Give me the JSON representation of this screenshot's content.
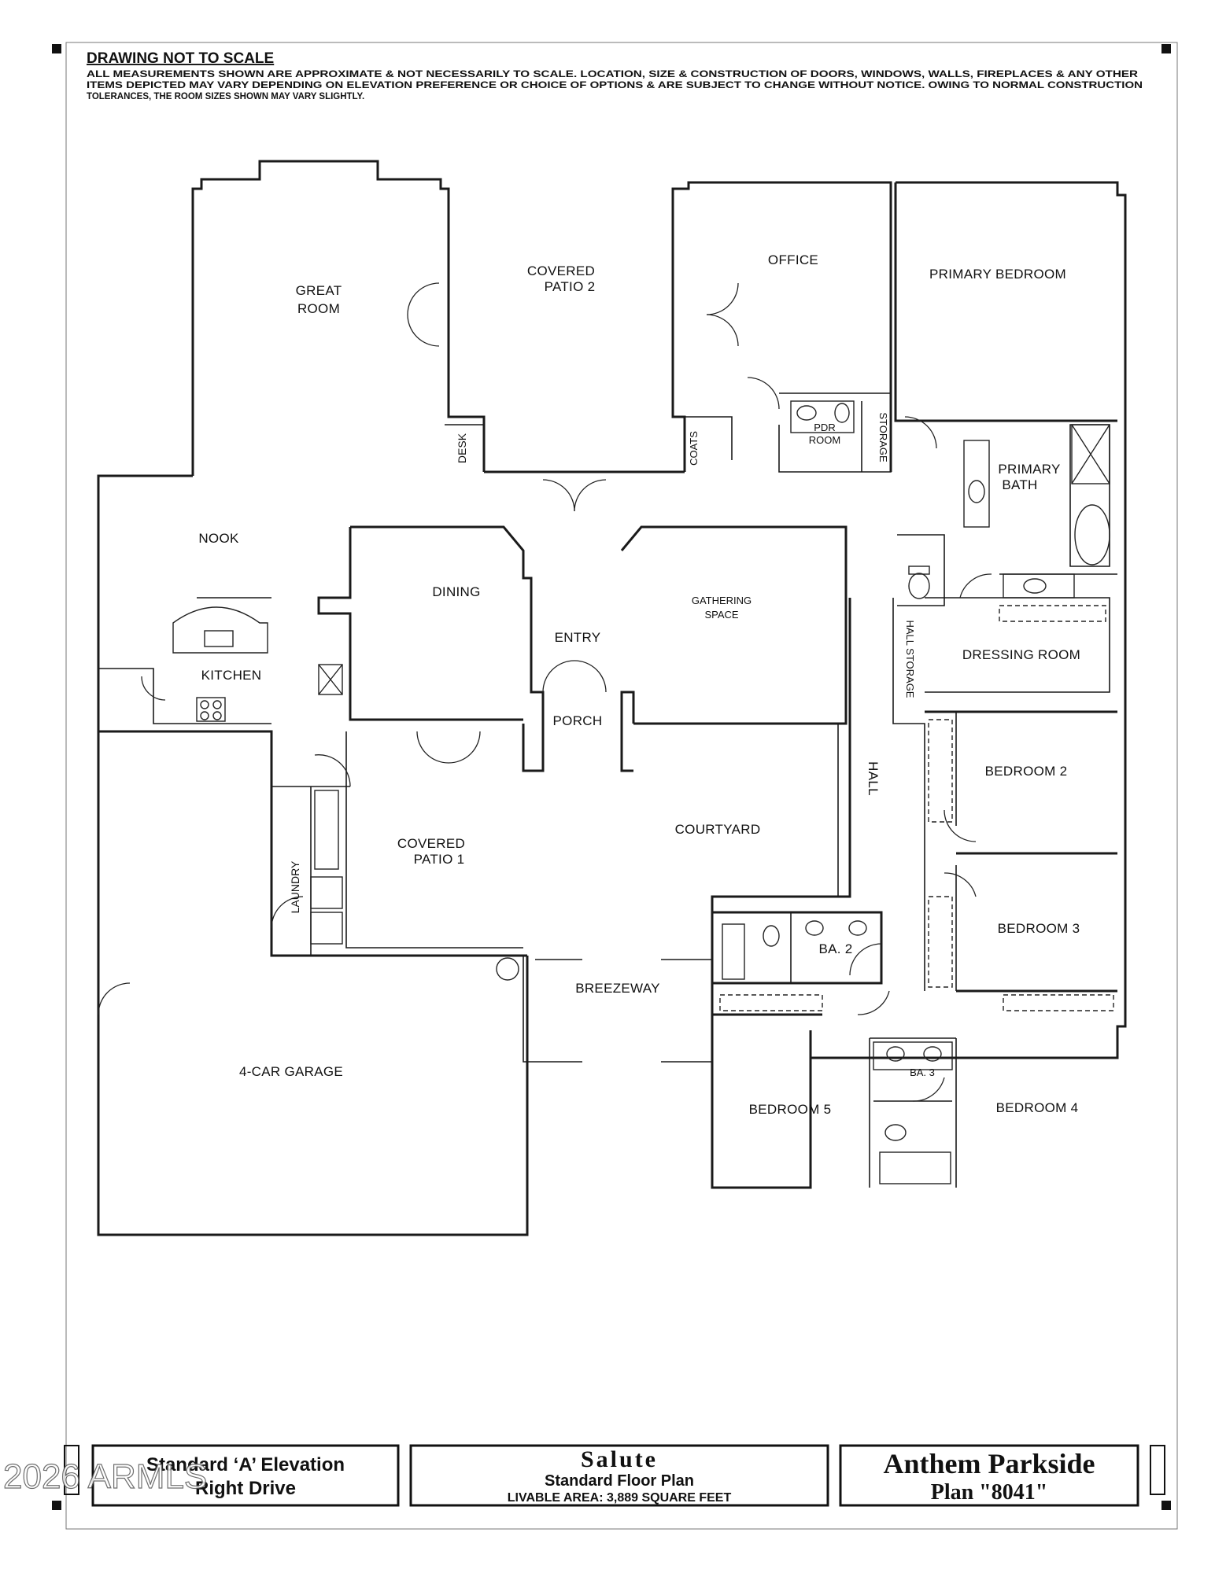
{
  "header": {
    "title": "DRAWING NOT TO SCALE",
    "note_line1": "ALL MEASUREMENTS SHOWN ARE APPROXIMATE & NOT NECESSARILY TO SCALE.  LOCATION, SIZE & CONSTRUCTION OF DOORS, WINDOWS, WALLS, FIREPLACES & ANY OTHER",
    "note_line2": "ITEMS DEPICTED MAY VARY DEPENDING ON ELEVATION PREFERENCE OR CHOICE OF OPTIONS & ARE SUBJECT TO CHANGE WITHOUT NOTICE.  OWING TO NORMAL CONSTRUCTION",
    "note_line3": "TOLERANCES, THE ROOM SIZES SHOWN MAY VARY SLIGHTLY."
  },
  "rooms": {
    "great_room_1": "GREAT",
    "great_room_2": "ROOM",
    "covered_patio2_1": "COVERED",
    "covered_patio2_2": "PATIO 2",
    "office": "OFFICE",
    "primary_bedroom": "PRIMARY BEDROOM",
    "desk": "DESK",
    "coats": "COATS",
    "pdr_1": "PDR",
    "pdr_2": "ROOM",
    "storage": "STORAGE",
    "primary_bath_1": "PRIMARY",
    "primary_bath_2": "BATH",
    "nook": "NOOK",
    "dining": "DINING",
    "entry": "ENTRY",
    "gathering_1": "GATHERING",
    "gathering_2": "SPACE",
    "hall_storage": "HALL STORAGE",
    "dressing_room": "DRESSING ROOM",
    "kitchen": "KITCHEN",
    "porch": "PORCH",
    "hall": "HALL",
    "bedroom2": "BEDROOM 2",
    "courtyard": "COURTYARD",
    "covered_patio1_1": "COVERED",
    "covered_patio1_2": "PATIO 1",
    "laundry": "LAUNDRY",
    "bedroom3": "BEDROOM 3",
    "ba2": "BA. 2",
    "breezeway": "BREEZEWAY",
    "garage": "4-CAR GARAGE",
    "ba3": "BA. 3",
    "bedroom5": "BEDROOM 5",
    "bedroom4": "BEDROOM 4"
  },
  "title_block": {
    "elevation_line1": "Standard ‘A’ Elevation",
    "elevation_line2": "Right Drive",
    "plan_name": "Salute",
    "plan_subtitle": "Standard Floor Plan",
    "livable_area": "LIVABLE AREA: 3,889 SQUARE FEET",
    "community": "Anthem Parkside",
    "plan_number": "Plan \"8041\""
  },
  "watermark": "2026 ARMLS"
}
